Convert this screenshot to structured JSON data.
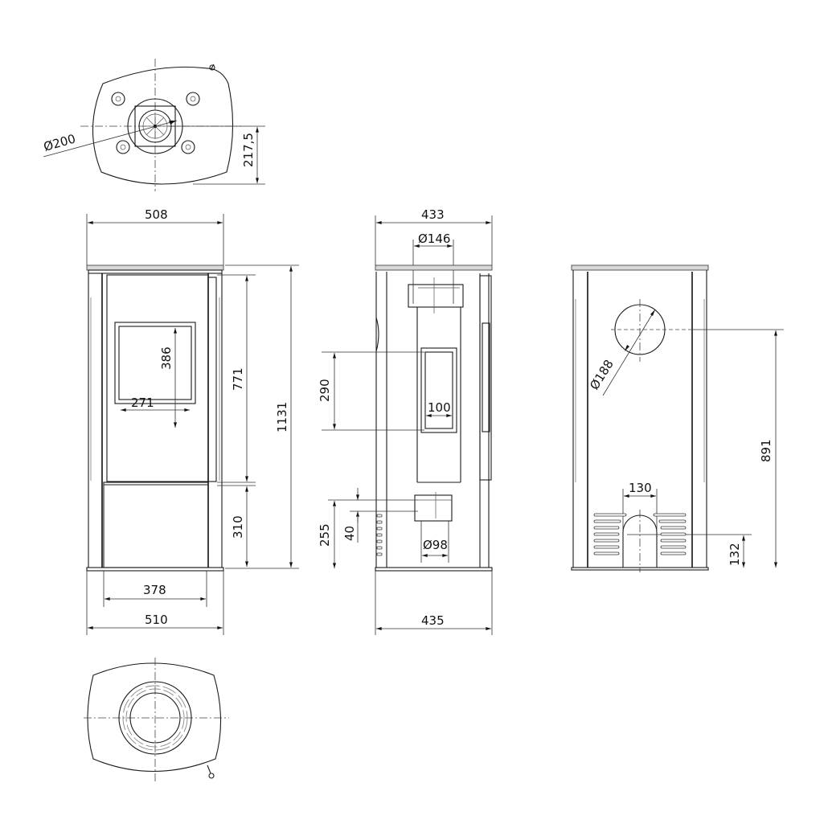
{
  "drawing": {
    "title": "Stove technical dimension drawing",
    "units": "mm",
    "views": {
      "top_view": {
        "flue_diameter": "Ø200",
        "flue_offset": "217,5"
      },
      "front_view": {
        "top_width": "508",
        "window_height": "386",
        "window_width": "271",
        "door_height": "771",
        "total_height": "1131",
        "lower_panel_height": "310",
        "inner_width": "378",
        "base_width": "510"
      },
      "side_view": {
        "depth_top": "433",
        "top_outlet_diameter": "Ø146",
        "side_window_height": "290",
        "side_window_width": "100",
        "air_inlet_height": "255",
        "air_inlet_offset": "40",
        "air_inlet_diameter": "Ø98",
        "depth_base": "435"
      },
      "rear_view": {
        "rear_outlet_diameter": "Ø188",
        "rear_outlet_height": "891",
        "rear_opening_width": "130",
        "rear_opening_height": "132"
      },
      "bottom_view": {}
    }
  }
}
